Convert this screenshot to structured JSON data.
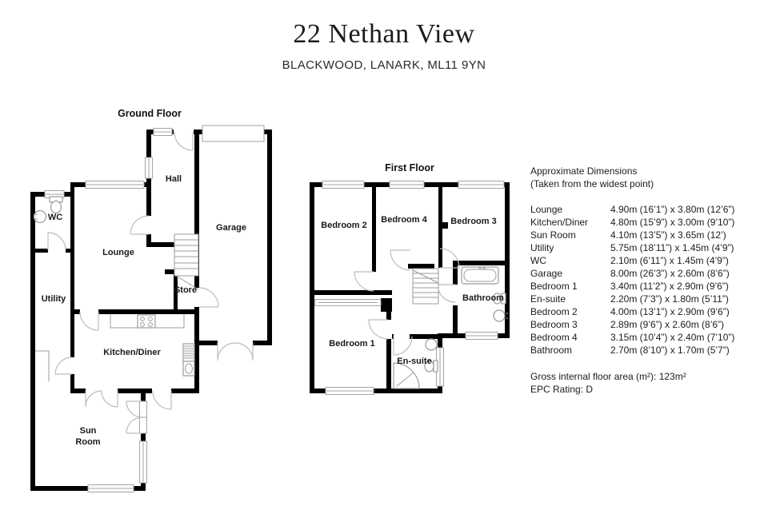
{
  "header": {
    "title": "22 Nethan View",
    "address": "BLACKWOOD, LANARK, ML11 9YN"
  },
  "ground_floor": {
    "title": "Ground Floor",
    "rooms": {
      "hall": "Hall",
      "garage": "Garage",
      "wc": "WC",
      "lounge": "Lounge",
      "utility": "Utility",
      "store": "Store",
      "kitchen": "Kitchen/Diner",
      "sun_room_lines": [
        "Sun",
        "Room"
      ]
    }
  },
  "first_floor": {
    "title": "First Floor",
    "rooms": {
      "bedroom2": "Bedroom 2",
      "bedroom4": "Bedroom 4",
      "bedroom3": "Bedroom 3",
      "bathroom": "Bathroom",
      "bedroom1": "Bedroom 1",
      "ensuite": "En-suite"
    }
  },
  "dimensions": {
    "heading": "Approximate Dimensions",
    "subheading": "(Taken from the widest point)",
    "rows": [
      {
        "room": "Lounge",
        "size": "4.90m (16’1”) x 3.80m (12’6”)"
      },
      {
        "room": "Kitchen/Diner",
        "size": "4.80m (15’9”) x 3.00m (9’10”)"
      },
      {
        "room": "Sun Room",
        "size": "4.10m (13’5”) x 3.65m (12’)"
      },
      {
        "room": "Utility",
        "size": "5.75m (18’11”) x 1.45m (4’9”)"
      },
      {
        "room": "WC",
        "size": "2.10m (6’11”) x 1.45m (4’9”)"
      },
      {
        "room": "Garage",
        "size": "8.00m (26’3”) x 2.60m (8’6”)"
      },
      {
        "room": "Bedroom 1",
        "size": "3.40m (11’2”) x 2.90m (9’6”)"
      },
      {
        "room": "En-suite",
        "size": "2.20m (7’3”) x 1.80m (5’11”)"
      },
      {
        "room": "Bedroom 2",
        "size": "4.00m (13’1”) x 2.90m (9’6”)"
      },
      {
        "room": "Bedroom 3",
        "size": "2.89m (9’6”) x 2.60m (8’6”)"
      },
      {
        "room": "Bedroom 4",
        "size": "3.15m (10’4”) x 2.40m (7’10”)"
      },
      {
        "room": "Bathroom",
        "size": "2.70m (8’10”) x 1.70m (5’7”)"
      }
    ],
    "footer_area": "Gross internal floor area (m²): 123m²",
    "footer_epc": "EPC Rating: D"
  },
  "colors": {
    "wall": "#000000",
    "window_stroke": "#9fa6a6",
    "door_stroke": "#bdbdbd",
    "text": "#1a1a1a"
  }
}
